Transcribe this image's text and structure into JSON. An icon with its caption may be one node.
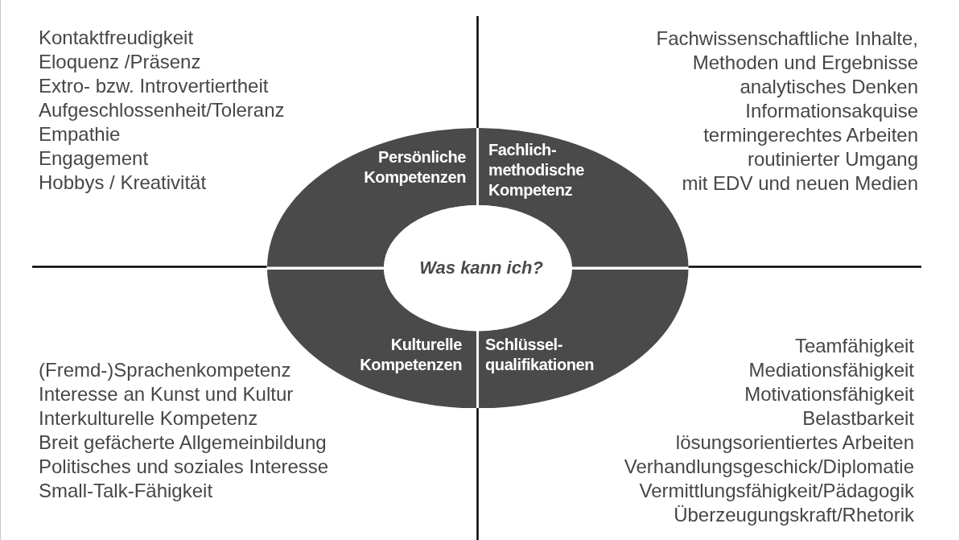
{
  "diagram": {
    "nodes": [
      {
        "text": [
          "Persönliche Kompetenzen"
        ]
      },
      {
        "text": [
          "Fachlich- methodische Kompetenz"
        ]
      },
      {
        "text": [
          "Was kann ich?"
        ]
      },
      {
        "text": [
          "Kulturelle Kompetenzen"
        ]
      },
      {
        "text": [
          "Schlüssel- qualifikationen"
        ]
      }
    ],
    "labels": [
      "Kontaktfreudigkeit",
      "Eloquenz /Präsenz",
      "Extro- bzw. Introvertiertheit",
      "Aufgeschlossenheit/Toleranz",
      "Empathie",
      "Engagement",
      "Hobbys / Kreativität",
      "Fachwissenschaftliche Inhalte, Methoden und Ergebnisse",
      "analytisches Denken",
      "Informationsakquise",
      "termingerechtes Arbeiten",
      "routinierter Umgang mit EDV und neuen Medien",
      "(Fremd-)Sprachenkompetenz",
      "Interesse an Kunst und Kultur",
      "Interkulturelle Kompetenz",
      "Breit gefächerte Allgemeinbildung",
      "Politisches und soziales Interesse",
      "Small-Talk-Fähigkeit",
      "Teamfähigkeit",
      "Mediationsfähigkeit",
      "Motivationsfähigkeit",
      "Belastbarkeit",
      "lösungsorientiertes Arbeiten",
      "Verhandlungsgeschick/Diplomatie",
      "Vermittlungsfähigkeit/Pädagogik",
      "Überzeugungskraft/Rhetorik"
    ]
  }
}
